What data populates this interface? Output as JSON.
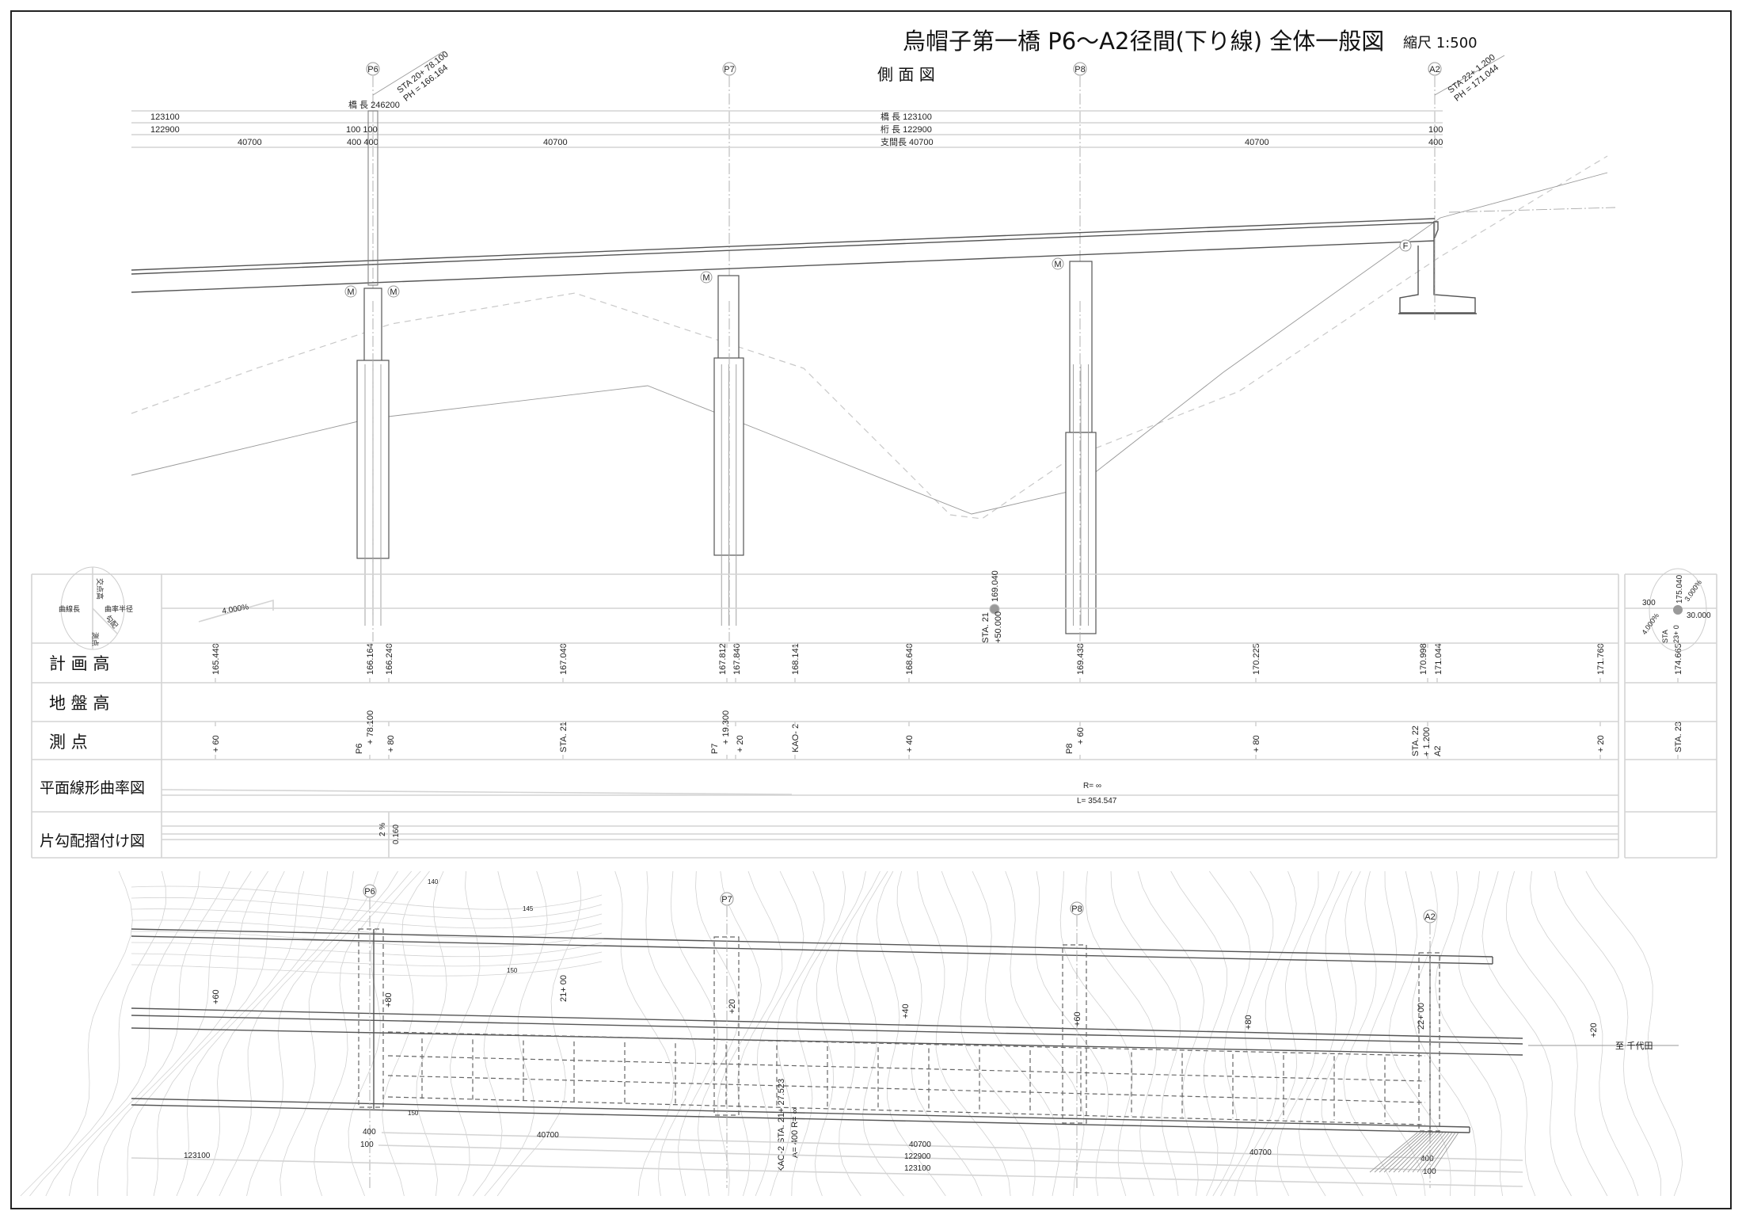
{
  "title": "烏帽子第一橋 P6〜A2径間(下り線) 全体一般図",
  "scale_label": "縮尺 1:500",
  "side_view": {
    "heading": "側 面 図",
    "piers": [
      "P6",
      "P7",
      "P8",
      "A2"
    ],
    "p6_station": [
      "STA 20+ 78.100",
      "PH = 166.164"
    ],
    "a2_station": [
      "STA 22+ 1.200",
      "PH = 171.044"
    ],
    "dims": [
      "橋 長 246200",
      "123100",
      "橋 長 123100",
      "122900",
      "100 100",
      "桁 長 122900",
      "100",
      "40700",
      "400  400",
      "40700",
      "支間長 40700",
      "40700",
      "400"
    ],
    "bearings": [
      "M",
      "M",
      "M",
      "M",
      "F"
    ]
  },
  "profile_table": {
    "legend": {
      "curve_length": "曲線長",
      "ip_height": "交点高",
      "radius": "曲率半径",
      "station": "測点",
      "grade": "勾配"
    },
    "row_labels": [
      "計 画 高",
      "地 盤 高",
      "測 点",
      "平面線形曲率図",
      "片勾配摺付け図"
    ],
    "grade_label": "4.000%",
    "vip": [
      "STA. 21",
      "+50.000",
      "169.040"
    ],
    "planned_heights": [
      "165.440",
      "166.164",
      "166.240",
      "167.040",
      "167.812",
      "167.840",
      "168.141",
      "168.640",
      "169.438",
      "170.225",
      "170.998",
      "171.044",
      "171.760",
      "174.665"
    ],
    "stations": [
      [
        "+ 60"
      ],
      [
        "+ 78.100",
        "P6"
      ],
      [
        "+ 80"
      ],
      [
        "STA. 21"
      ],
      [
        "+ 19.300",
        "P7"
      ],
      [
        "+ 20"
      ],
      [
        "KAO- 2"
      ],
      [
        "+ 40"
      ],
      [
        "+ 60",
        "P8"
      ],
      [
        "+ 80"
      ],
      [
        "STA. 22",
        "+ 1.200",
        "A2"
      ],
      [
        "+ 20"
      ],
      [
        "STA. 23"
      ]
    ],
    "curvature": [
      "R=  ∞",
      "L=  354.547"
    ],
    "superelevation": [
      "2 %",
      "0.160"
    ],
    "right_legend": [
      "300",
      "175.040",
      "3.000%",
      "30.000",
      "4.000%",
      "STA",
      "23+ 0"
    ]
  },
  "plan_view": {
    "piers": [
      "P6",
      "P7",
      "P8",
      "A2"
    ],
    "contour_labels": [
      "140",
      "145",
      "150",
      "150"
    ],
    "stations": [
      "+60",
      "+80",
      "21+ 00",
      "+20",
      "+40",
      "+60",
      "+80",
      "22+ 00",
      "+20"
    ],
    "direction": "至 千代田",
    "kao": [
      "KAO-2 STA. 21+ 27.523",
      "A= 400  R= ∞"
    ],
    "dims": [
      "400",
      "100",
      "123100",
      "40700",
      "40700",
      "122900",
      "123100",
      "40700",
      "400",
      "100"
    ]
  }
}
